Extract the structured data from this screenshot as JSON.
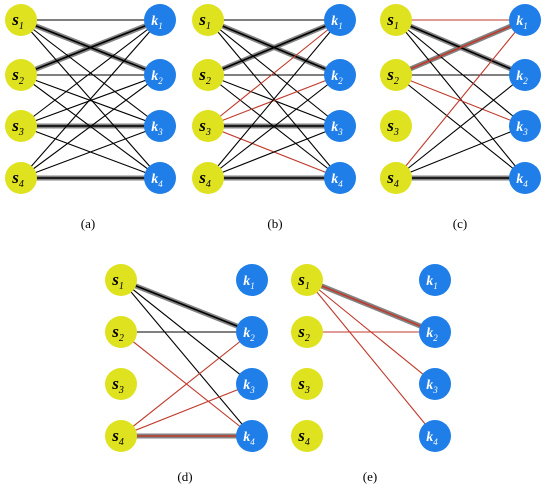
{
  "colors": {
    "s_fill": "#dfe21e",
    "k_fill": "#1f7ee8",
    "edge_black": "#000000",
    "edge_red": "#c0392b",
    "edge_thick": "#6e6e6e",
    "text": "#000000",
    "k_text": "#ffffff"
  },
  "node_labels": {
    "s": [
      {
        "base": "s",
        "sub": "1"
      },
      {
        "base": "s",
        "sub": "2"
      },
      {
        "base": "s",
        "sub": "3"
      },
      {
        "base": "s",
        "sub": "4"
      }
    ],
    "k": [
      {
        "base": "k",
        "sub": "1"
      },
      {
        "base": "k",
        "sub": "2"
      },
      {
        "base": "k",
        "sub": "3"
      },
      {
        "base": "k",
        "sub": "4"
      }
    ]
  },
  "panels": [
    {
      "id": "a",
      "caption": "(a)",
      "edges": [
        [
          "s1",
          "k1",
          "black"
        ],
        [
          "s1",
          "k2",
          "thick"
        ],
        [
          "s1",
          "k3",
          "black"
        ],
        [
          "s1",
          "k4",
          "black"
        ],
        [
          "s2",
          "k1",
          "thick"
        ],
        [
          "s2",
          "k2",
          "black"
        ],
        [
          "s2",
          "k3",
          "black"
        ],
        [
          "s2",
          "k4",
          "black"
        ],
        [
          "s3",
          "k1",
          "black"
        ],
        [
          "s3",
          "k2",
          "black"
        ],
        [
          "s3",
          "k3",
          "thick"
        ],
        [
          "s3",
          "k4",
          "black"
        ],
        [
          "s4",
          "k1",
          "black"
        ],
        [
          "s4",
          "k2",
          "black"
        ],
        [
          "s4",
          "k3",
          "black"
        ],
        [
          "s4",
          "k4",
          "thick"
        ]
      ]
    },
    {
      "id": "b",
      "caption": "(b)",
      "edges": [
        [
          "s1",
          "k1",
          "black"
        ],
        [
          "s1",
          "k2",
          "thick"
        ],
        [
          "s1",
          "k3",
          "black"
        ],
        [
          "s1",
          "k4",
          "black"
        ],
        [
          "s2",
          "k1",
          "thick"
        ],
        [
          "s2",
          "k2",
          "black"
        ],
        [
          "s2",
          "k3",
          "black"
        ],
        [
          "s2",
          "k4",
          "black"
        ],
        [
          "s3",
          "k1",
          "red"
        ],
        [
          "s3",
          "k2",
          "red"
        ],
        [
          "s3",
          "k3",
          "thick"
        ],
        [
          "s3",
          "k4",
          "red"
        ],
        [
          "s4",
          "k1",
          "black"
        ],
        [
          "s4",
          "k2",
          "black"
        ],
        [
          "s4",
          "k3",
          "black"
        ],
        [
          "s4",
          "k4",
          "thick"
        ]
      ]
    },
    {
      "id": "c",
      "caption": "(c)",
      "edges": [
        [
          "s1",
          "k1",
          "red"
        ],
        [
          "s1",
          "k2",
          "thick"
        ],
        [
          "s1",
          "k3",
          "black"
        ],
        [
          "s1",
          "k4",
          "black"
        ],
        [
          "s2",
          "k1",
          "thick-red"
        ],
        [
          "s2",
          "k2",
          "black"
        ],
        [
          "s2",
          "k3",
          "red"
        ],
        [
          "s2",
          "k4",
          "black"
        ],
        [
          "s4",
          "k1",
          "red"
        ],
        [
          "s4",
          "k2",
          "black"
        ],
        [
          "s4",
          "k3",
          "black"
        ],
        [
          "s4",
          "k4",
          "thick"
        ]
      ]
    },
    {
      "id": "d",
      "caption": "(d)",
      "edges": [
        [
          "s1",
          "k2",
          "thick"
        ],
        [
          "s1",
          "k3",
          "black"
        ],
        [
          "s1",
          "k4",
          "black"
        ],
        [
          "s2",
          "k2",
          "black"
        ],
        [
          "s2",
          "k4",
          "red"
        ],
        [
          "s4",
          "k2",
          "red"
        ],
        [
          "s4",
          "k3",
          "red"
        ],
        [
          "s4",
          "k4",
          "thick-red"
        ]
      ]
    },
    {
      "id": "e",
      "caption": "(e)",
      "edges": [
        [
          "s1",
          "k2",
          "thick-red"
        ],
        [
          "s1",
          "k3",
          "red"
        ],
        [
          "s1",
          "k4",
          "red"
        ],
        [
          "s2",
          "k2",
          "red"
        ]
      ]
    }
  ]
}
